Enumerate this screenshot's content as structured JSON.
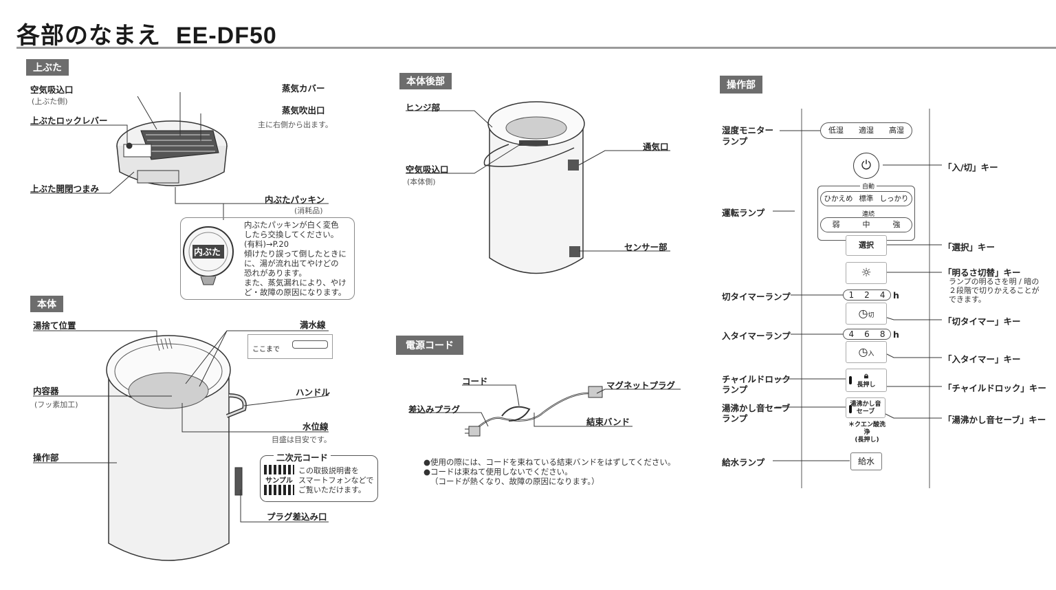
{
  "header": {
    "title": "各部のなまえ",
    "model": "EE-DF50"
  },
  "lid": {
    "section": "上ぶた",
    "air_intake": "空気吸込口",
    "air_intake_sub": "(上ぶた側)",
    "lock_lever": "上ぶたロックレバー",
    "open_knob": "上ぶた開閉つまみ",
    "steam_cover": "蒸気カバー",
    "steam_outlet": "蒸気吹出口",
    "steam_outlet_sub": "主に右側から出ます。",
    "packing": "内ぶたパッキン",
    "packing_sub": "(消耗品)",
    "inner_lid": "内ぶた",
    "packing_note": [
      "内ぶたパッキンが白く変色",
      "したら交換してください。",
      "(有料)→P.20",
      "傾けたり誤って倒したときに",
      "に、湯が流れ出てやけどの",
      "恐れがあります。",
      "また、蒸気漏れにより、やけ",
      "ど・故障の原因になります。"
    ]
  },
  "body": {
    "section": "本体",
    "drain": "湯捨て位置",
    "inner_container": "内容器",
    "inner_container_sub": "(フッ素加工)",
    "control": "操作部",
    "full_line": "満水線",
    "full_line_tag": "ここまで",
    "handle": "ハンドル",
    "water_line": "水位線",
    "water_line_sub": "目盛は目安です。",
    "qr_title": "二次元コード",
    "qr_sample": "サンプル",
    "qr_text": [
      "この取扱説明書を",
      "スマートフォンなどで",
      "ご覧いただけます。"
    ],
    "plug_port": "プラグ差込み口"
  },
  "rear": {
    "section": "本体後部",
    "hinge": "ヒンジ部",
    "air_intake": "空気吸込口",
    "air_intake_sub": "(本体側)",
    "vent": "通気口",
    "sensor": "センサー部"
  },
  "cord": {
    "section": "電源コード",
    "cord": "コード",
    "plug": "差込みプラグ",
    "magnet_plug": "マグネットプラグ",
    "band": "結束バンド",
    "notes": [
      "●使用の際には、コードを束ねている結束バンドをはずしてください。",
      "●コードは束ねて使用しないでください。",
      "（コードが熱くなり、故障の原因になります。）"
    ]
  },
  "panel": {
    "section": "操作部",
    "humidity_monitor": [
      "湿度モニター",
      "ランプ"
    ],
    "humidity_levels": [
      "低湿",
      "適湿",
      "高湿"
    ],
    "power_key": "「入/切」キー",
    "auto_label": "自動",
    "auto_modes": [
      "ひかえめ",
      "標準",
      "しっかり"
    ],
    "run_lamp": "運転ランプ",
    "cont_label": "連続",
    "cont_modes": [
      "弱",
      "中",
      "強"
    ],
    "select_btn": "選択",
    "select_key": "「選択」キー",
    "brightness_key": "「明るさ切替」キー",
    "brightness_note": [
      "ランプの明るさを明 / 暗の",
      "２段階で切りかえることが",
      "できます。"
    ],
    "off_timer_lamp": "切タイマーランプ",
    "off_timer_vals": [
      "1",
      "2",
      "4"
    ],
    "hour": "h",
    "off_timer_key": "「切タイマー」キー",
    "off_sub": "切",
    "on_timer_lamp": "入タイマーランプ",
    "on_timer_vals": [
      "4",
      "6",
      "8"
    ],
    "on_timer_key": "「入タイマー」キー",
    "on_sub": "入",
    "child_lock_lamp": [
      "チャイルドロック",
      "ランプ"
    ],
    "long_press": "長押し",
    "child_lock_key": "「チャイルドロック」キー",
    "boil_lamp": [
      "湯沸かし音セーブ",
      "ランプ"
    ],
    "boil_btn": [
      "湯沸かし音",
      "セーブ"
    ],
    "boil_key": "「湯沸かし音セーブ」キー",
    "citric_note": [
      "＊クエン酸洗浄",
      "(長押し)"
    ],
    "water_lamp": "給水ランプ",
    "water_btn": "給水"
  }
}
